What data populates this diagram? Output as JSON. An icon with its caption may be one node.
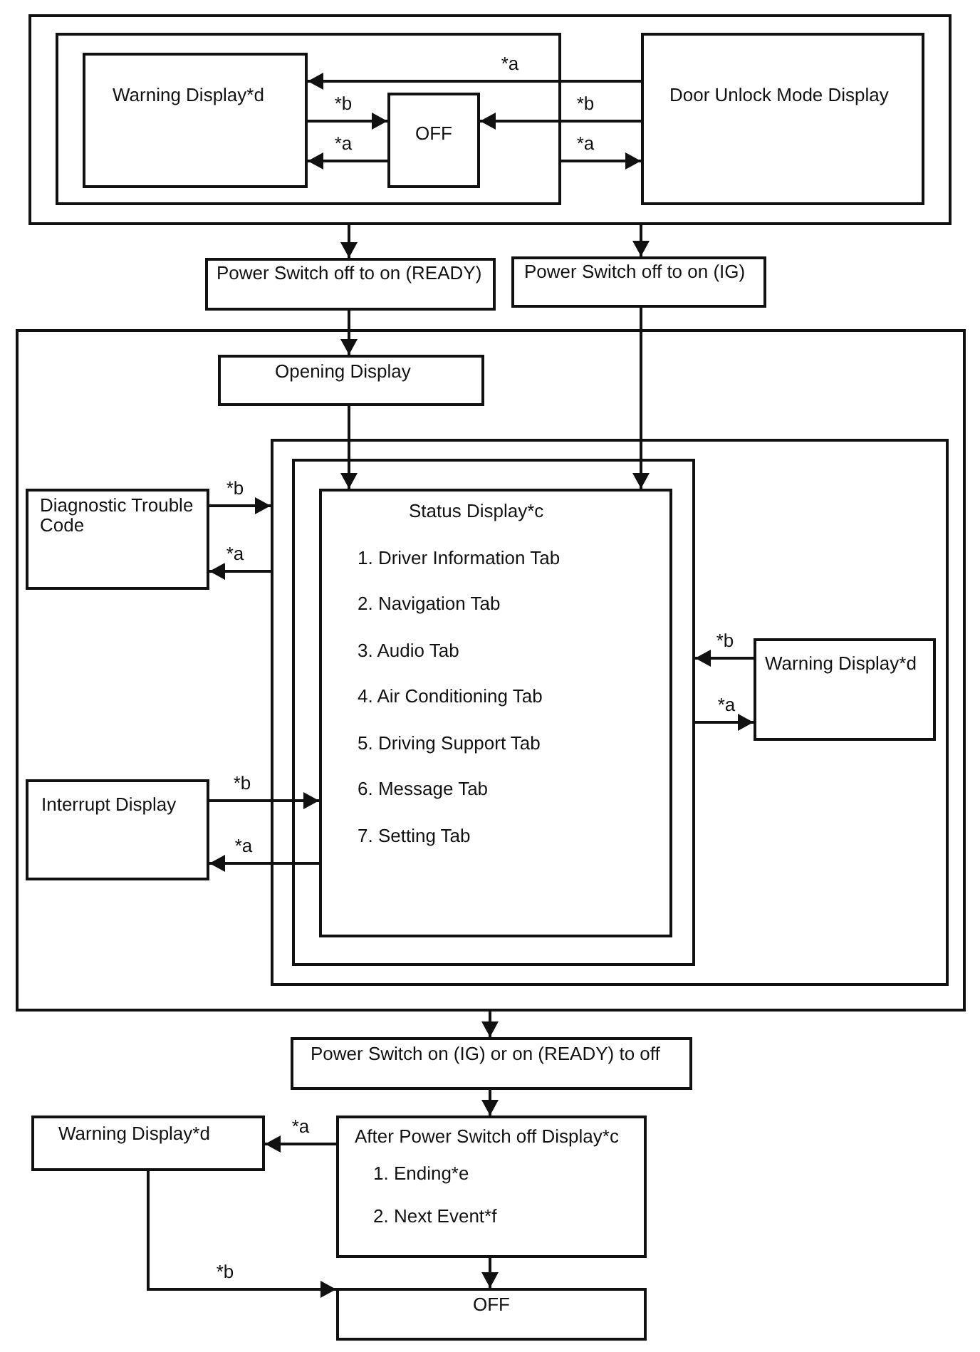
{
  "diagram": {
    "nodes": [
      {
        "text": [],
        "shape": "box"
      },
      {
        "text": [],
        "shape": "box",
        "in": 0
      },
      {
        "text": [
          "Warning Display*d"
        ],
        "in": 1
      },
      {
        "text": [
          "OFF"
        ],
        "in": 1
      },
      {
        "text": [
          "Door Unlock Mode Display"
        ],
        "in": 0
      },
      {
        "text": [
          "Power Switch off to on (READY)"
        ]
      },
      {
        "text": [
          "Power Switch off to on (IG)"
        ]
      },
      {
        "text": [],
        "shape": "box"
      },
      {
        "text": [
          "Opening Display"
        ],
        "in": 7
      },
      {
        "text": [
          "Diagnostic Trouble Code"
        ],
        "in": 7
      },
      {
        "text": [],
        "shape": "box",
        "in": 7
      },
      {
        "text": [],
        "shape": "box",
        "in": 10
      },
      {
        "text": [
          "Status Display*c",
          "1. Driver Information Tab",
          "2. Navigation Tab",
          "3. Audio Tab",
          "4. Air Conditioning Tab",
          "5. Driving Support Tab",
          "6. Message Tab",
          "7. Setting Tab"
        ],
        "in": 11
      },
      {
        "text": [
          "Warning Display*d"
        ],
        "in": 10
      },
      {
        "text": [
          "Interrupt Display"
        ],
        "in": 7
      },
      {
        "text": [
          "Power Switch on (IG) or on (READY) to off"
        ]
      },
      {
        "text": [
          "Warning Display*d"
        ]
      },
      {
        "text": [
          "After Power Switch off Display*c",
          "1. Ending*e",
          "2. Next Event*f"
        ]
      },
      {
        "text": [
          "OFF"
        ]
      }
    ],
    "edges": [
      {
        "from": 4,
        "to": 2,
        "arrow": "to",
        "label": "*a"
      },
      {
        "from": 2,
        "to": 3,
        "arrow": "to",
        "label": "*b"
      },
      {
        "from": 4,
        "to": 3,
        "arrow": "to",
        "label": "*b"
      },
      {
        "from": 3,
        "to": 2,
        "arrow": "to",
        "label": "*a"
      },
      {
        "from": 1,
        "to": 4,
        "arrow": "to",
        "label": "*a"
      },
      {
        "from": 0,
        "to": 5,
        "arrow": "to"
      },
      {
        "from": 0,
        "to": 6,
        "arrow": "to"
      },
      {
        "from": 5,
        "to": 8,
        "arrow": "to"
      },
      {
        "from": 6,
        "to": 12,
        "arrow": "to"
      },
      {
        "from": 8,
        "to": 12,
        "arrow": "to"
      },
      {
        "from": 9,
        "to": 10,
        "arrow": "to",
        "label": "*b"
      },
      {
        "from": 10,
        "to": 9,
        "arrow": "to",
        "label": "*a"
      },
      {
        "from": 13,
        "to": 11,
        "arrow": "to",
        "label": "*b"
      },
      {
        "from": 11,
        "to": 13,
        "arrow": "to",
        "label": "*a"
      },
      {
        "from": 14,
        "to": 12,
        "arrow": "to",
        "label": "*b"
      },
      {
        "from": 12,
        "to": 14,
        "arrow": "to",
        "label": "*a"
      },
      {
        "from": 7,
        "to": 15,
        "arrow": "to"
      },
      {
        "from": 15,
        "to": 17,
        "arrow": "to"
      },
      {
        "from": 17,
        "to": 16,
        "arrow": "to",
        "label": "*a"
      },
      {
        "from": 16,
        "to": 18,
        "arrow": "to",
        "label": "*b"
      },
      {
        "from": 17,
        "to": 18,
        "arrow": "to"
      }
    ]
  }
}
